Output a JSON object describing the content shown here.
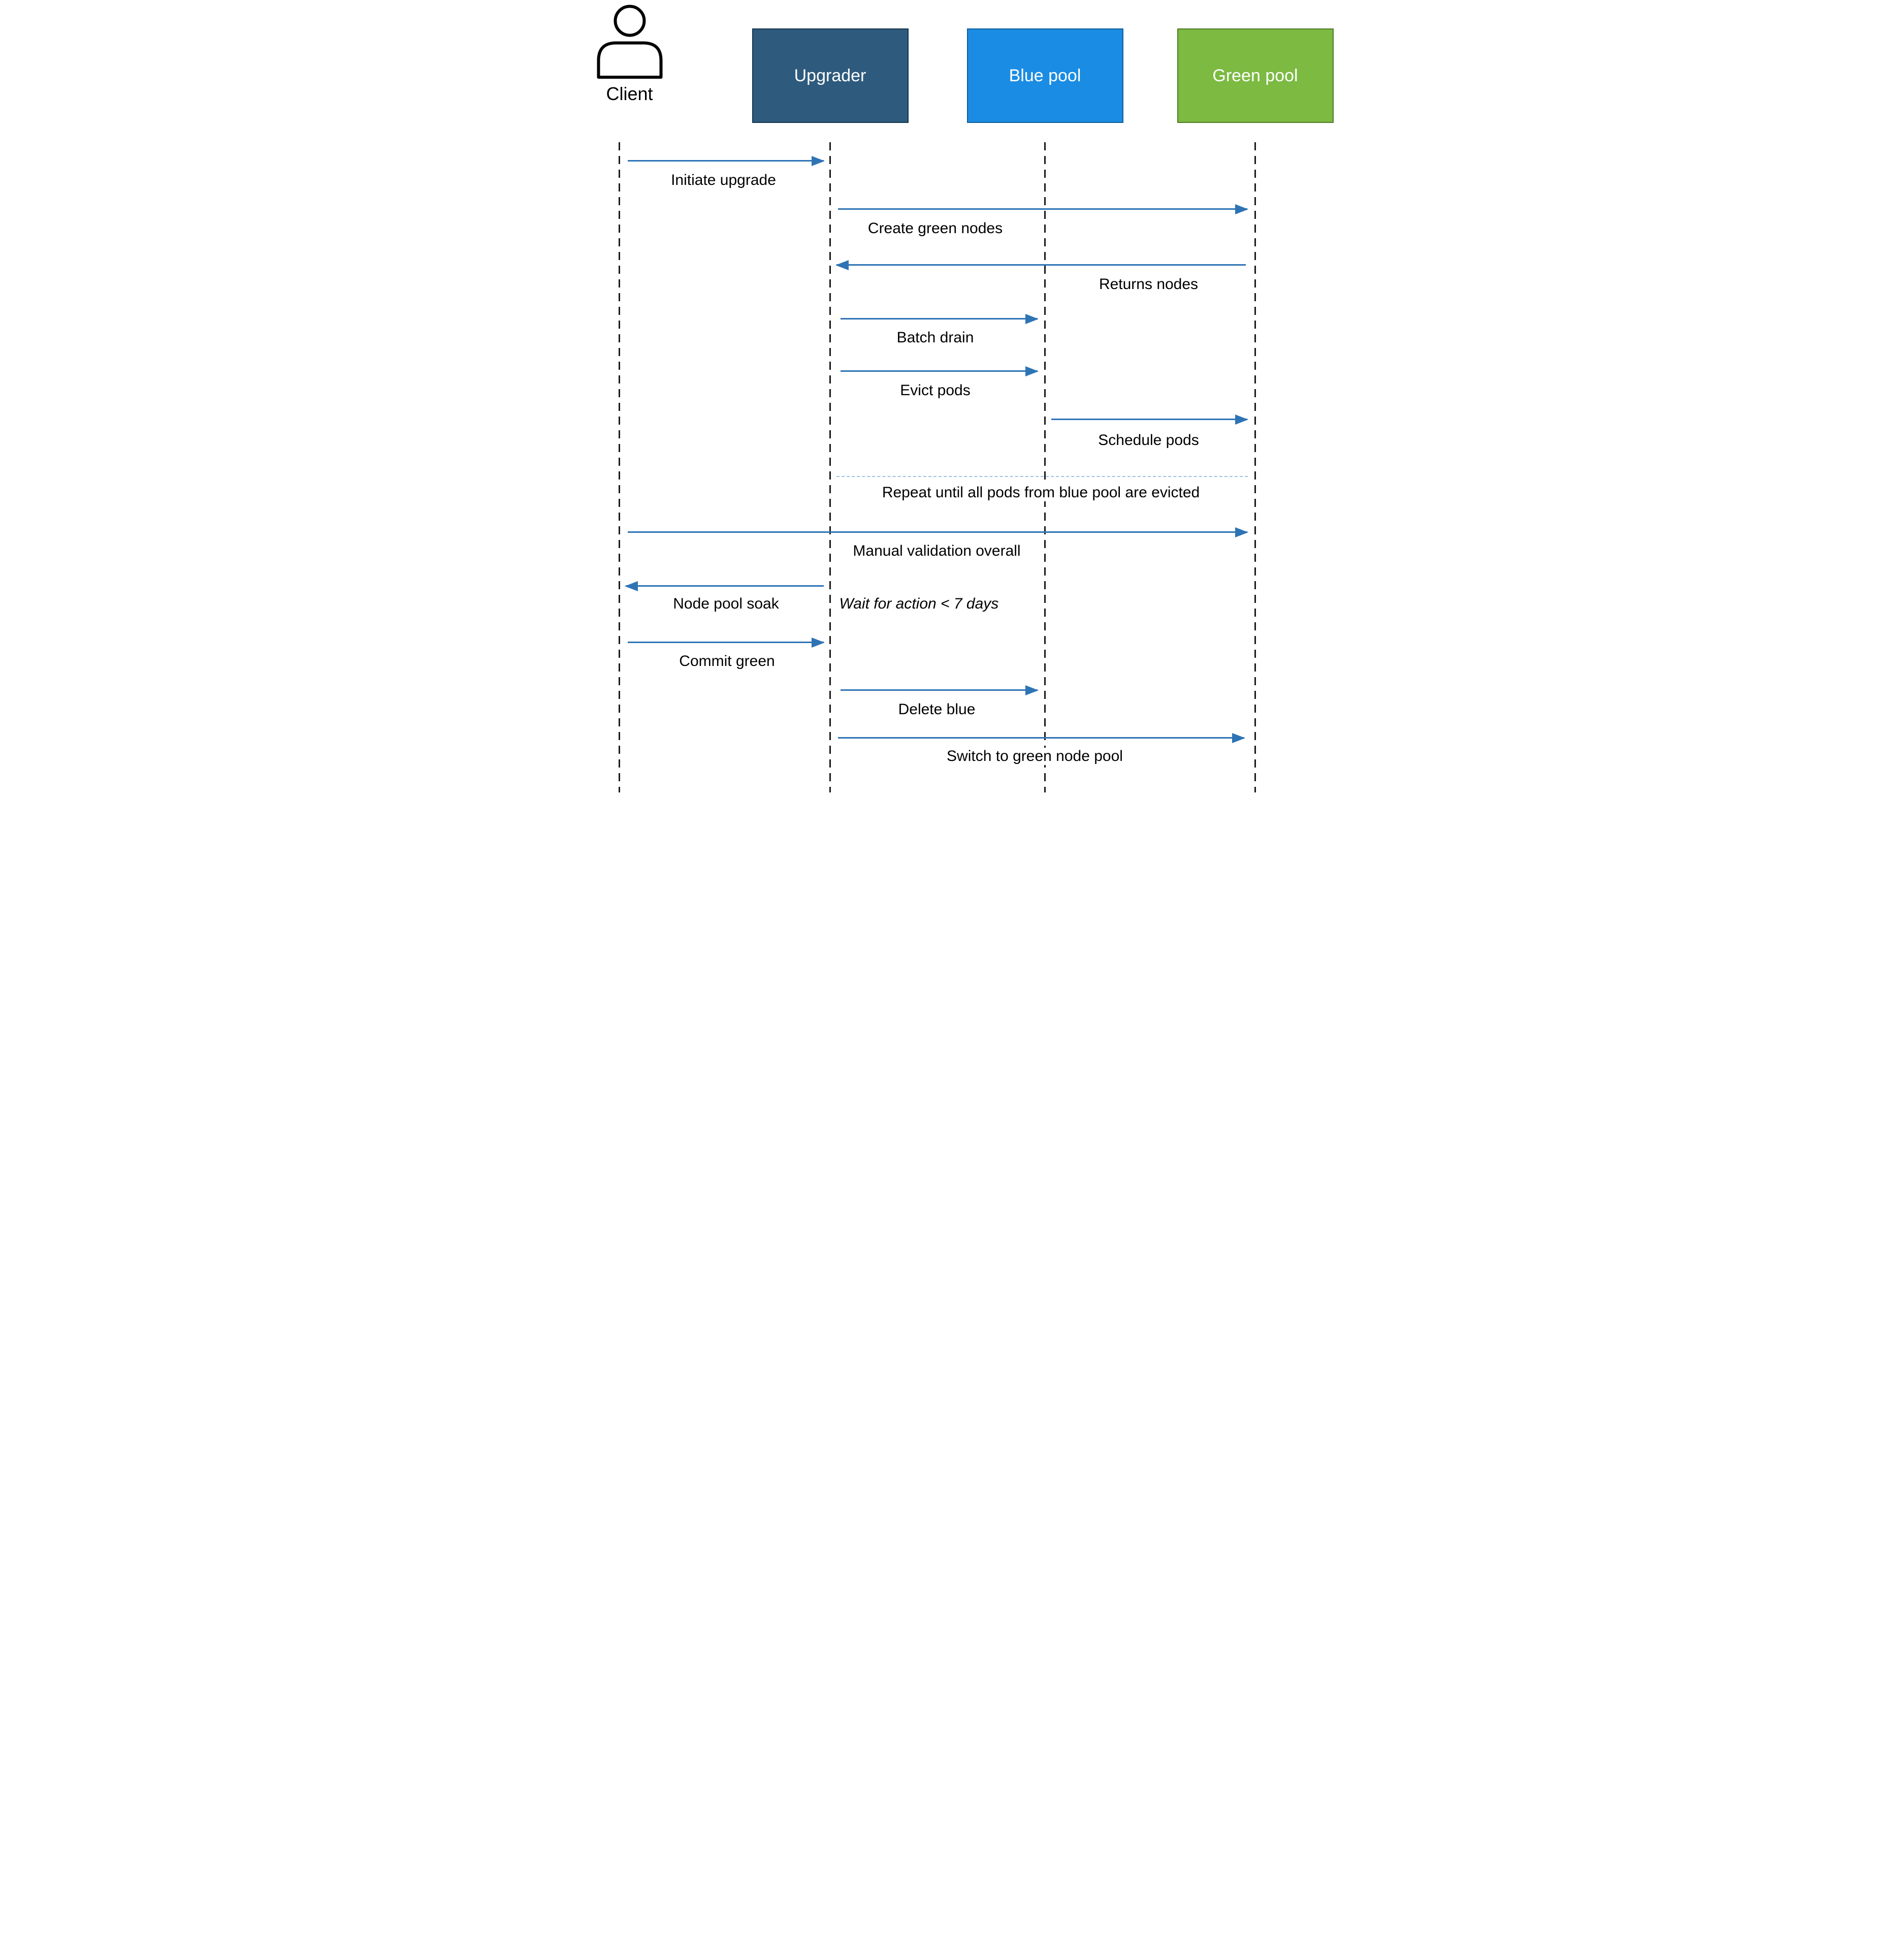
{
  "diagram": {
    "type": "sequence-diagram",
    "participants": [
      {
        "id": "client",
        "label": "Client",
        "kind": "actor"
      },
      {
        "id": "upgrader",
        "label": "Upgrader",
        "kind": "box",
        "fill": "#2E5B7D"
      },
      {
        "id": "blue-pool",
        "label": "Blue pool",
        "kind": "box",
        "fill": "#1B8CE3"
      },
      {
        "id": "green-pool",
        "label": "Green pool",
        "kind": "box",
        "fill": "#7CBA42"
      }
    ],
    "messages": [
      {
        "from": "client",
        "to": "upgrader",
        "label": "Initiate upgrade"
      },
      {
        "from": "upgrader",
        "to": "green-pool",
        "label": "Create green nodes"
      },
      {
        "from": "green-pool",
        "to": "upgrader",
        "label": "Returns nodes"
      },
      {
        "from": "upgrader",
        "to": "blue-pool",
        "label": "Batch drain"
      },
      {
        "from": "upgrader",
        "to": "blue-pool",
        "label": "Evict pods"
      },
      {
        "from": "blue-pool",
        "to": "green-pool",
        "label": "Schedule pods"
      },
      {
        "kind": "separator",
        "label": "Repeat until all pods from blue pool are evicted"
      },
      {
        "from": "client",
        "to": "green-pool",
        "label": "Manual validation overall"
      },
      {
        "from": "upgrader",
        "to": "client",
        "label": "Node pool soak",
        "note": "Wait for action < 7 days"
      },
      {
        "from": "client",
        "to": "upgrader",
        "label": "Commit green"
      },
      {
        "from": "upgrader",
        "to": "blue-pool",
        "label": "Delete blue"
      },
      {
        "from": "upgrader",
        "to": "green-pool",
        "label": "Switch to green node pool"
      }
    ],
    "colors": {
      "arrow": "#2E74B5",
      "upgrader_fill": "#2E5B7D",
      "blue_pool_fill": "#1B8CE3",
      "green_pool_fill": "#7CBA42",
      "separator": "#9DC3E6",
      "lifeline": "#1a1a1a",
      "participant_text": "#ffffff",
      "label_text": "#000000"
    }
  }
}
